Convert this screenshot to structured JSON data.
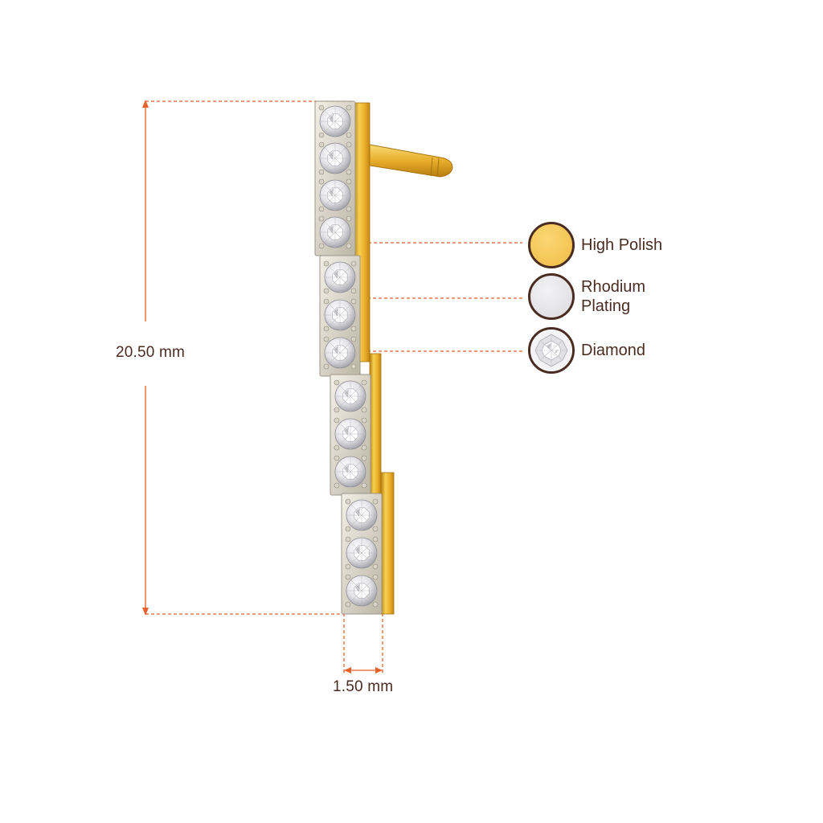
{
  "dimensions": {
    "height": {
      "label": "20.50 mm"
    },
    "width": {
      "label": "1.50 mm"
    }
  },
  "legend": [
    {
      "label_lines": [
        "High Polish"
      ],
      "swatch_color": "#f6c75a",
      "icon": "gold-swatch-icon"
    },
    {
      "label_lines": [
        "Rhodium",
        "Plating"
      ],
      "swatch_color": "#e5e5e7",
      "icon": "rhodium-swatch-icon"
    },
    {
      "label_lines": [
        "Diamond"
      ],
      "swatch_color": "#ffffff",
      "icon": "diamond-swatch-icon"
    }
  ],
  "colors": {
    "dimension_line": "#e8602c",
    "text": "#4a2c22",
    "gold_light": "#f7cf52",
    "gold_dark": "#d99a1a",
    "rhodium": "#e3e3e6",
    "setting_edge": "#b9b3a5"
  },
  "diamond_count": 14
}
